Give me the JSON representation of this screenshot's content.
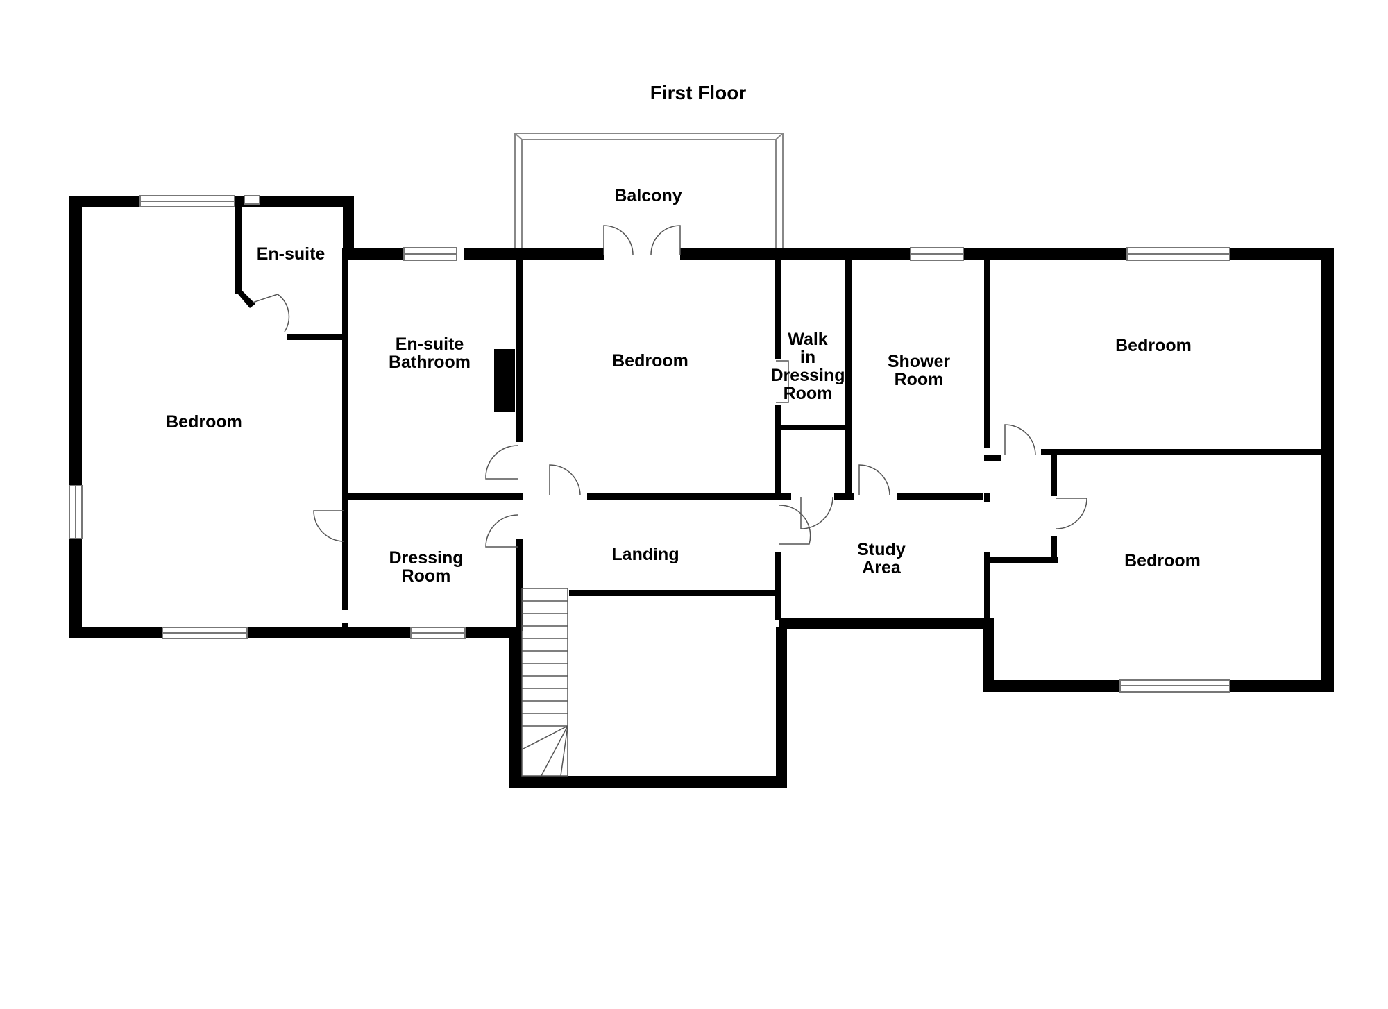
{
  "title": "First Floor",
  "colors": {
    "wall": "#000000",
    "background": "#ffffff",
    "window": "#888888",
    "door": "#555555"
  },
  "rooms": {
    "balcony": "Balcony",
    "ensuite_top": "En-suite",
    "ensuite_bathroom": [
      "En-suite",
      "Bathroom"
    ],
    "bedroom_center": "Bedroom",
    "walk_in": [
      "Walk",
      "in",
      "Dressing",
      "Room"
    ],
    "shower_room": [
      "Shower",
      "Room"
    ],
    "bedroom_right_top": "Bedroom",
    "bedroom_left": "Bedroom",
    "dressing_room": [
      "Dressing",
      "Room"
    ],
    "landing": "Landing",
    "study_area": [
      "Study",
      "Area"
    ],
    "bedroom_right_bottom": "Bedroom"
  }
}
